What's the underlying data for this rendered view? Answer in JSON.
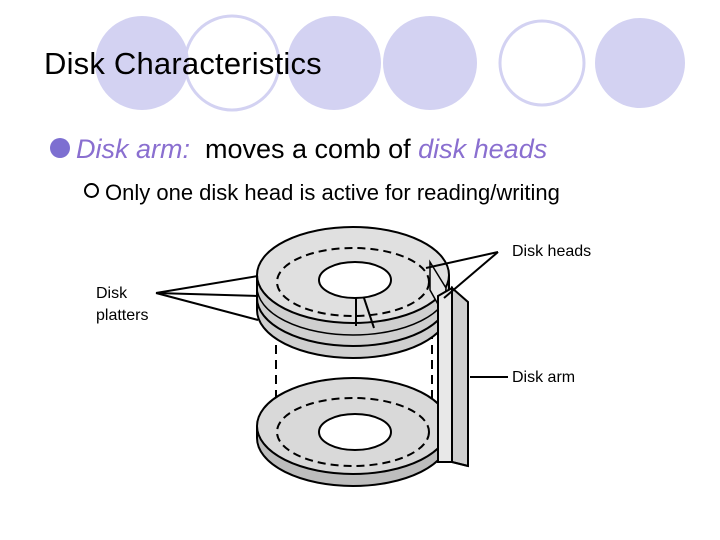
{
  "slide": {
    "title": "Disk Characteristics",
    "bullet1": {
      "term": "Disk arm:",
      "text_before": "moves a comb of",
      "highlight": "disk heads"
    },
    "bullet2": "Only one disk head is active for reading/writing"
  },
  "diagram": {
    "labels": {
      "disk_heads": "Disk heads",
      "disk_platters_line1": "Disk",
      "disk_platters_line2": "platters",
      "disk_arm": "Disk arm"
    }
  },
  "colors": {
    "accent_purple": "#8a6fd0",
    "deco_circle": "#d3d2f2",
    "platter_fill": "#d9d9d9"
  }
}
